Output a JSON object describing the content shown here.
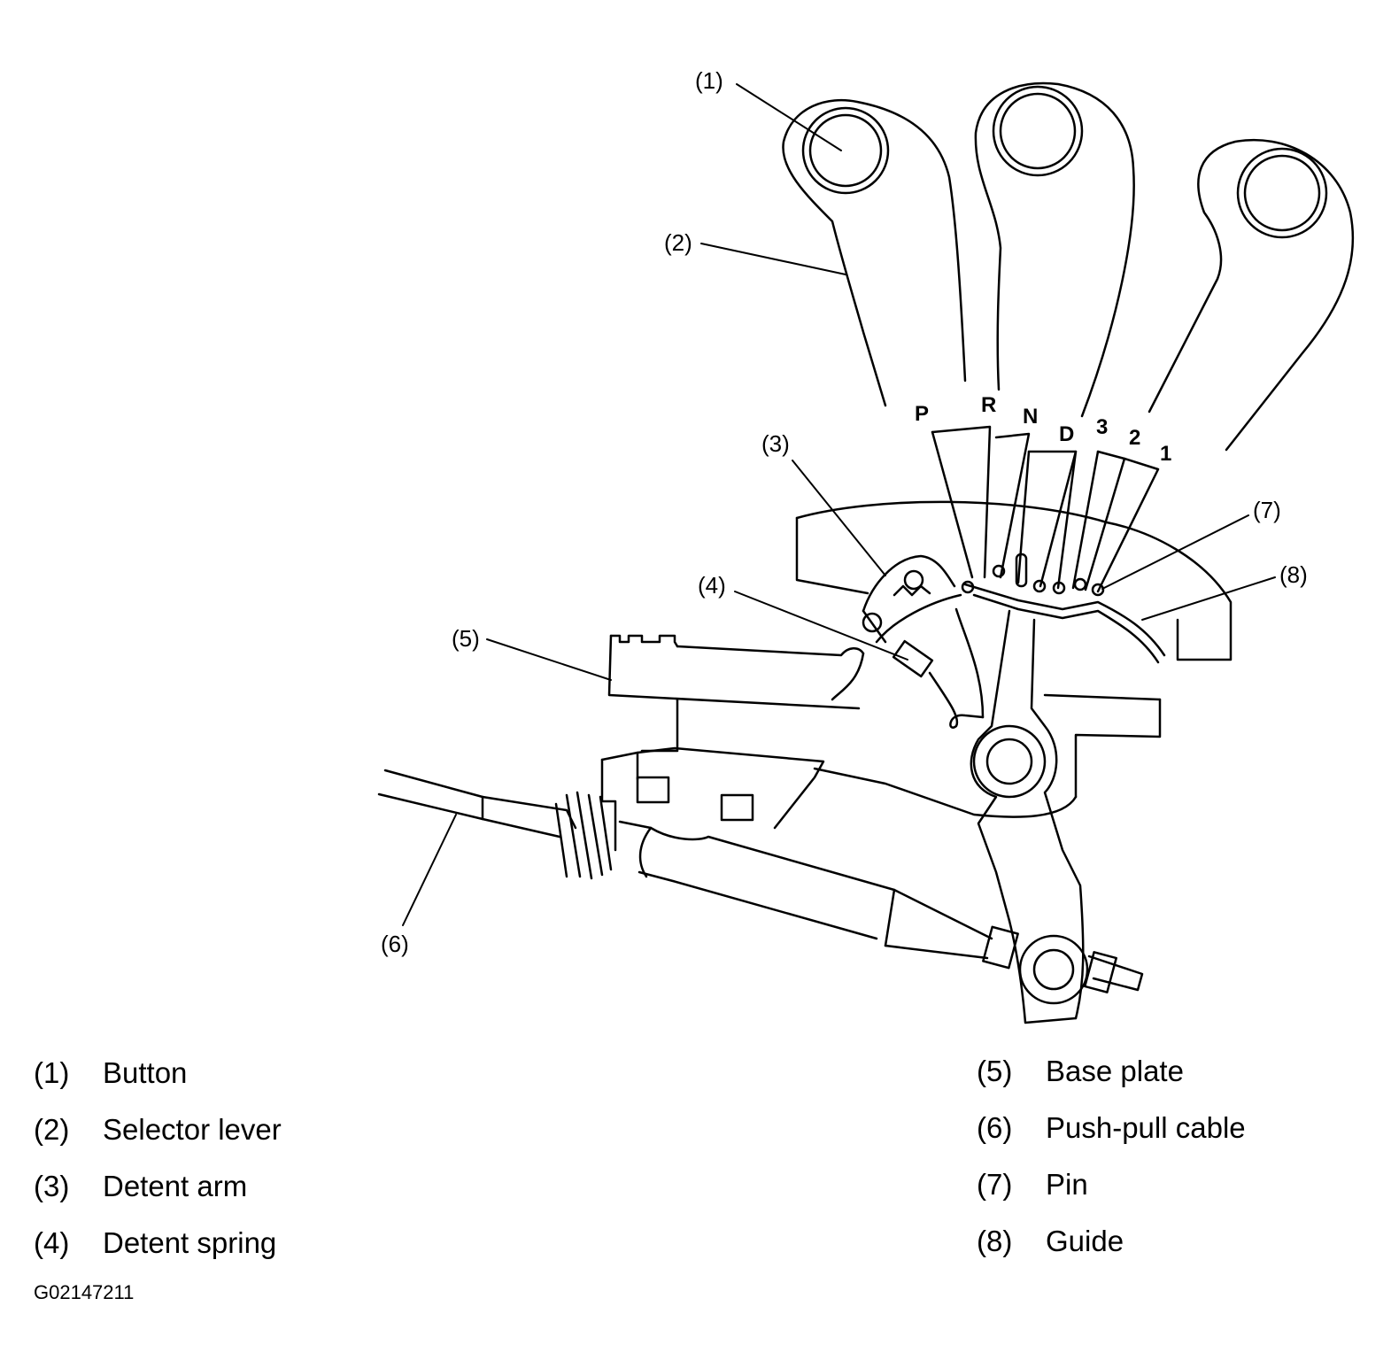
{
  "callouts": [
    "(1)",
    "(2)",
    "(3)",
    "(4)",
    "(5)",
    "(6)",
    "(7)",
    "(8)"
  ],
  "gear_positions": [
    "P",
    "R",
    "N",
    "D",
    "3",
    "2",
    "1"
  ],
  "legend": [
    {
      "num": "(1)",
      "label": "Button"
    },
    {
      "num": "(2)",
      "label": "Selector lever"
    },
    {
      "num": "(3)",
      "label": "Detent arm"
    },
    {
      "num": "(4)",
      "label": "Detent spring"
    },
    {
      "num": "(5)",
      "label": "Base plate"
    },
    {
      "num": "(6)",
      "label": "Push-pull cable"
    },
    {
      "num": "(7)",
      "label": "Pin"
    },
    {
      "num": "(8)",
      "label": "Guide"
    }
  ],
  "figure_code": "G02147211"
}
